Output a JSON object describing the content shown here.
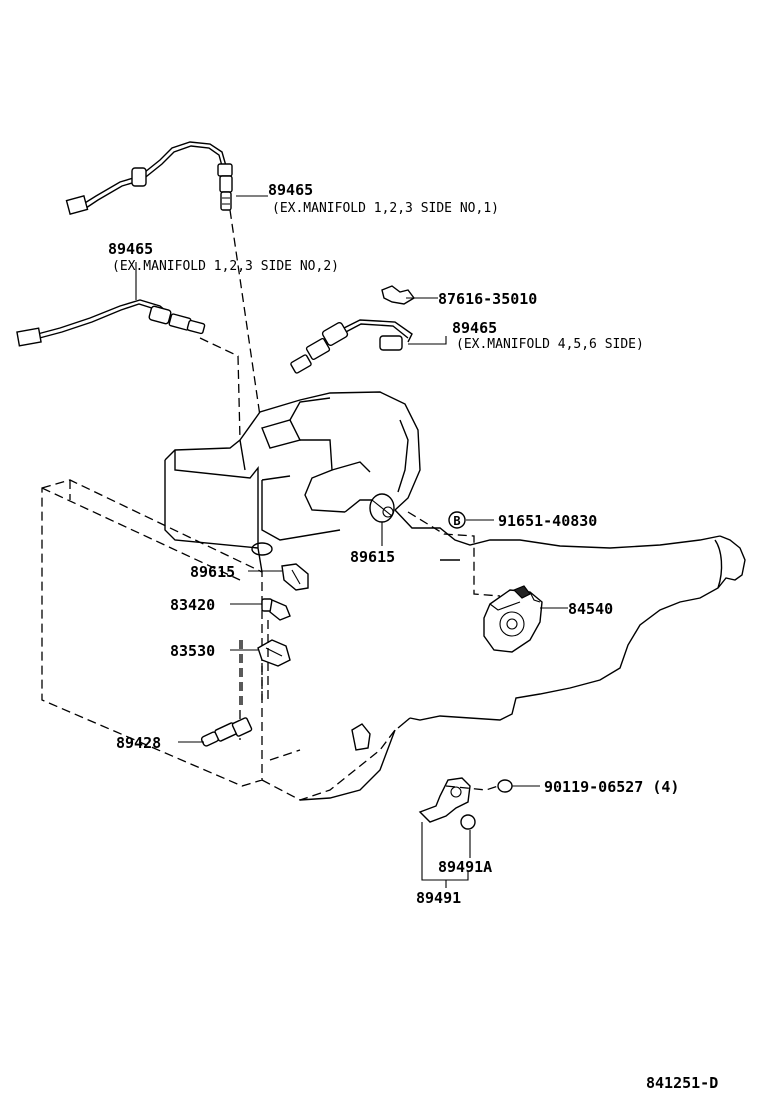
{
  "callouts": {
    "p89465_no1": "89465",
    "p89465_no1_note": "(EX.MANIFOLD 1,2,3 SIDE NO,1)",
    "p89465_no2": "89465",
    "p89465_no2_note": "(EX.MANIFOLD 1,2,3 SIDE NO,2)",
    "p87616": "87616-35010",
    "p89465_456": "89465",
    "p89465_456_note": "(EX.MANIFOLD 4,5,6 SIDE)",
    "p89615_right": "89615",
    "p91651": "91651-40830",
    "p84540": "84540",
    "p89615_left": "89615",
    "p83420": "83420",
    "p83530": "83530",
    "p89428": "89428",
    "p90119": "90119-06527 (4)",
    "p89491A": "89491A",
    "p89491": "89491",
    "bolt_marker": "B"
  },
  "diagram_id": "841251-D"
}
